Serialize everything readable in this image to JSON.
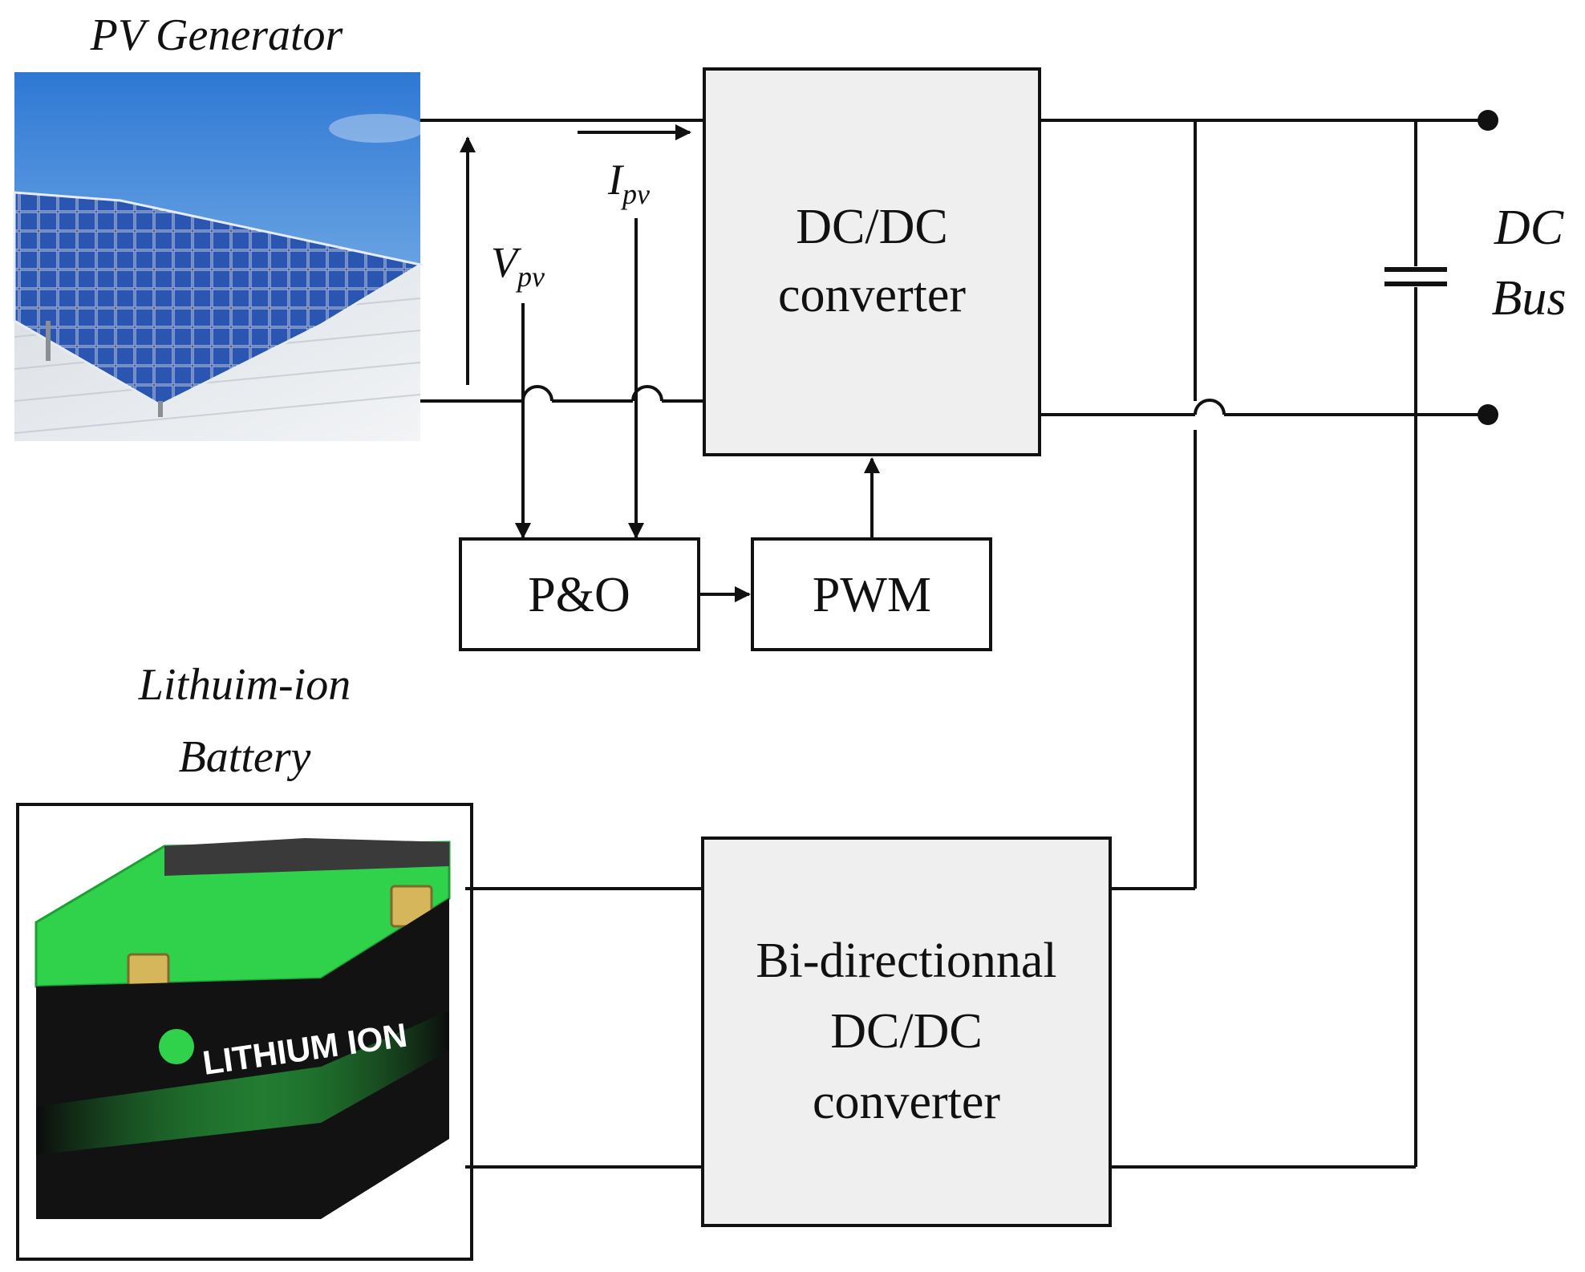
{
  "pv": {
    "title": "PV Generator"
  },
  "battery": {
    "title_line1": "Lithuim-ion",
    "title_line2": "Battery",
    "brand_text": "LITHIUM ION"
  },
  "blocks": {
    "dcdc": {
      "line1": "DC/DC",
      "line2": "converter"
    },
    "po": {
      "label": "P&O"
    },
    "pwm": {
      "label": "PWM"
    },
    "bidir": {
      "line1": "Bi-directionnal",
      "line2": "DC/DC",
      "line3": "converter"
    }
  },
  "signals": {
    "vpv": {
      "main": "V",
      "sub": "pv"
    },
    "ipv": {
      "main": "I",
      "sub": "pv"
    }
  },
  "bus": {
    "line1": "DC",
    "line2": "Bus"
  },
  "colors": {
    "line": "#111111",
    "block_fill": "#efefef",
    "battery_green": "#2fd24a",
    "battery_body": "#1a1a1a",
    "sky": "#3d86d9",
    "panel": "#1c3f8f"
  }
}
